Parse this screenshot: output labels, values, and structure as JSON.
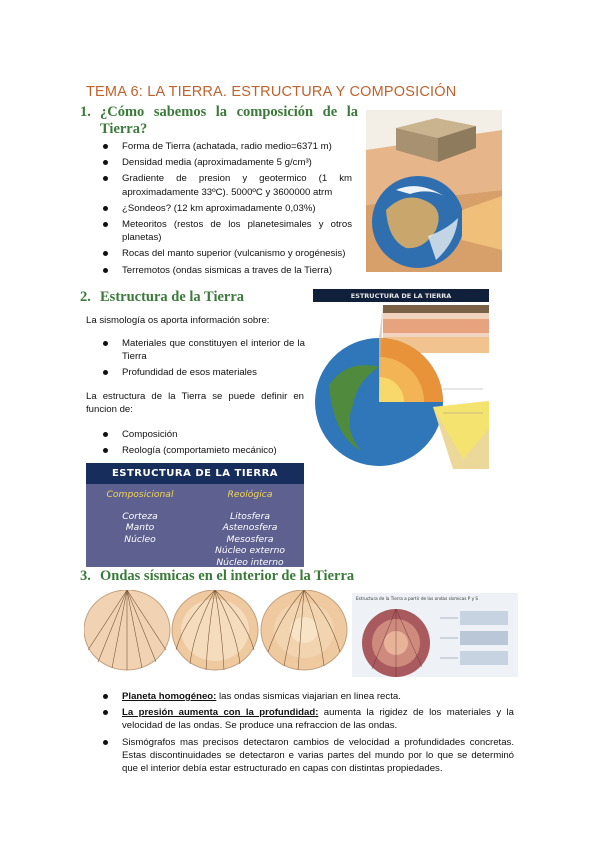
{
  "title": "TEMA 6: LA TIERRA. ESTRUCTURA Y COMPOSICIÓN",
  "section1": {
    "number": "1.",
    "heading": "¿Cómo sabemos la composición de la Tierra?",
    "items": [
      "Forma de Tierra (achatada, radio medio=6371 m)",
      "Densidad media (aproximadamente 5 g/cm³)",
      "Gradiente de presion y geotermico (1 km aproximadamente 33ºC). 5000ºC y 3600000 atrm",
      "¿Sondeos? (12 km aproximadamente 0,03%)",
      "Meteoritos (restos de los planetesimales y otros planetas)",
      "Rocas del manto superior (vulcanismo y orogénesis)",
      "Terremotos (ondas sismicas a traves de la Tierra)"
    ]
  },
  "section2": {
    "number": "2.",
    "heading": "Estructura de la Tierra",
    "intro": "La sismología os aporta información sobre:",
    "items1": [
      "Materiales que constituyen el interior de la Tierra",
      "Profundidad de esos materiales"
    ],
    "para": "La estructura de la Tierra se puede definir en funcion de:",
    "items2": [
      "Composición",
      "Reología (comportamieto mecánico)"
    ],
    "image_title": "ESTRUCTURA DE LA TIERRA",
    "table": {
      "title": "ESTRUCTURA DE LA TIERRA",
      "col1_header": "Composicional",
      "col1": [
        "Corteza",
        "Manto",
        "Núcleo"
      ],
      "col2_header": "Reológica",
      "col2": [
        "Litosfera",
        "Astenosfera",
        "Mesosfera",
        "Núcleo externo",
        "Núcleo interno"
      ]
    }
  },
  "section3": {
    "number": "3.",
    "heading": "Ondas sísmicas en el interior de la Tierra",
    "image_caption": "Estructura de la Tierra a partir de las ondas sísmicas P y S",
    "items": [
      {
        "label": "Planeta homogéneo:",
        "text": " las ondas sismicas viajarian en linea recta."
      },
      {
        "label": "La presión aumenta con la profundidad:",
        "text": " aumenta la rigidez de los materiales y la velocidad de las ondas. Se produce una refraccion de las ondas."
      },
      {
        "label": "",
        "text": "Sismógrafos mas precisos detectaron cambios de velocidad a profundidades concretas. Estas discontinuidades se detectaron e varias partes del mundo por lo que se determinó que el interior debía estar estructurado en capas con distintas propiedades."
      }
    ]
  },
  "colors": {
    "title": "#c0622e",
    "heading": "#3b7a3a",
    "table_bg": "#5e6190",
    "table_head": "#172e5c",
    "table_col_header": "#f0d45a"
  }
}
